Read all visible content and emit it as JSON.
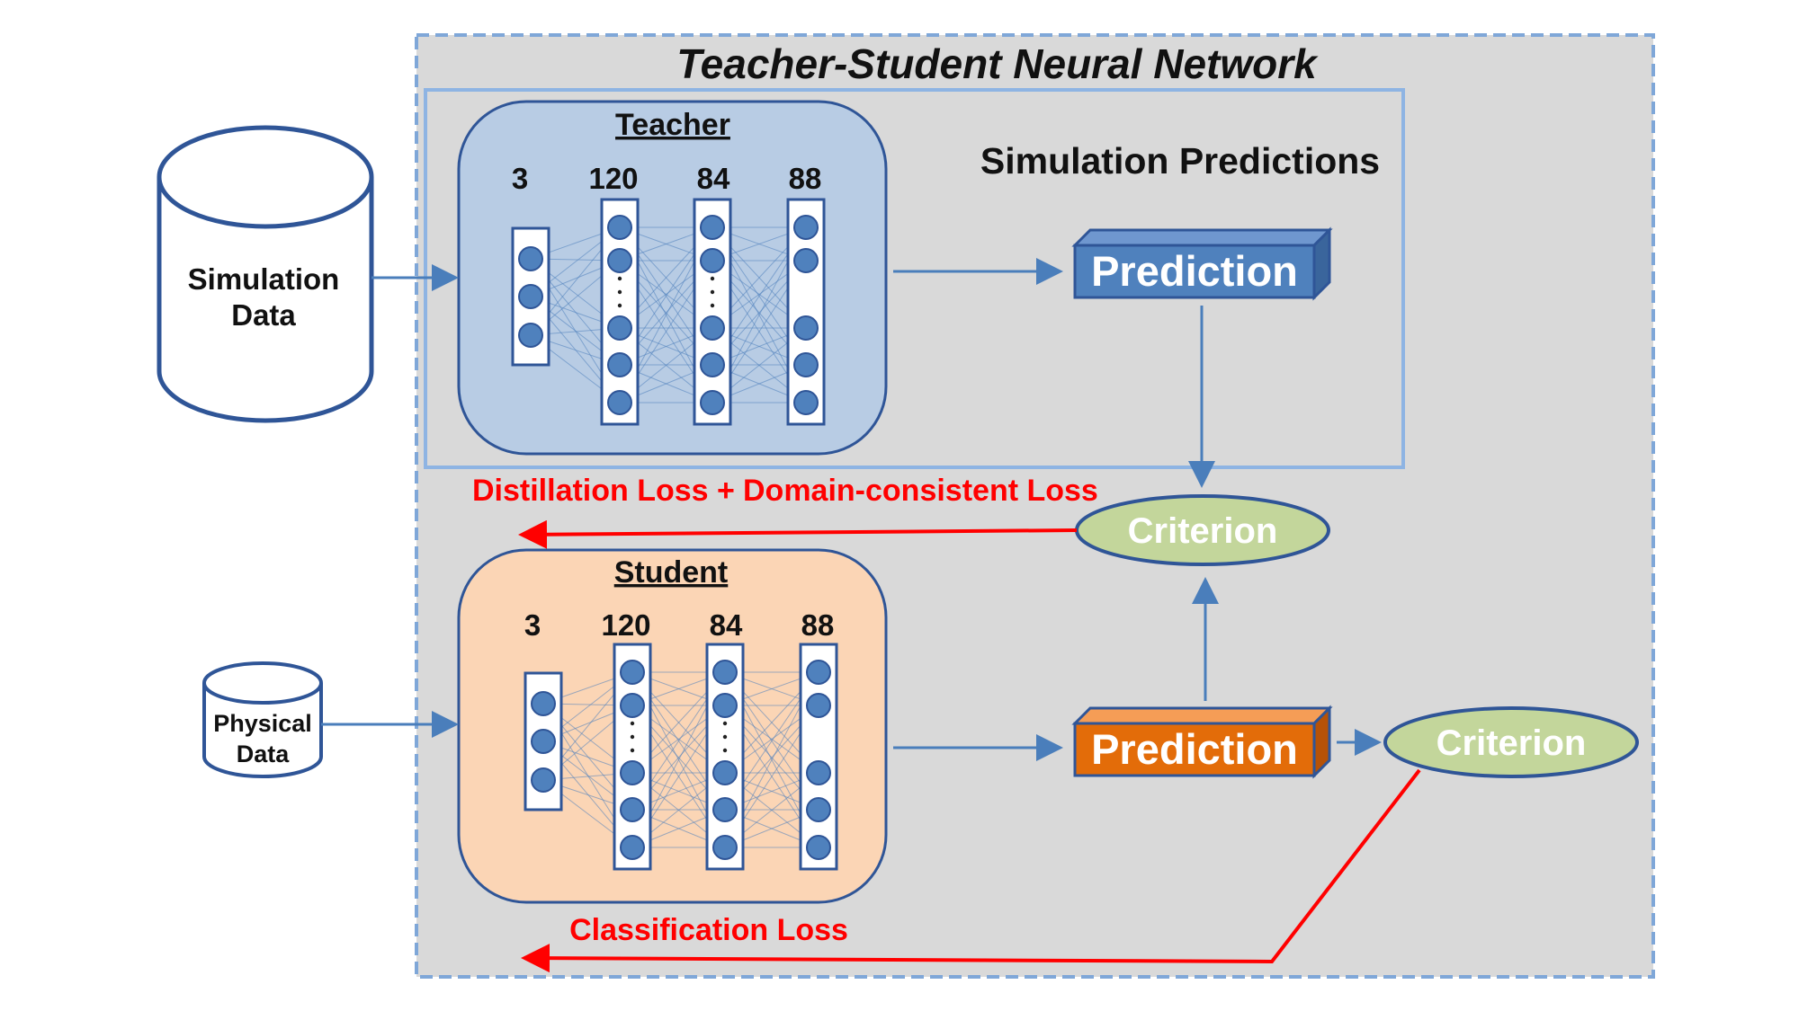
{
  "title": "Teacher-Student Neural Network",
  "simulation_predictions": "Simulation Predictions",
  "data_sources": {
    "simulation": [
      "Simulation",
      "Data"
    ],
    "physical": [
      "Physical",
      "Data"
    ]
  },
  "teacher": {
    "label": "Teacher",
    "layers": [
      "3",
      "120",
      "84",
      "88"
    ]
  },
  "student": {
    "label": "Student",
    "layers": [
      "3",
      "120",
      "84",
      "88"
    ]
  },
  "prediction_label": "Prediction",
  "criterion_label": "Criterion",
  "losses": {
    "distillation": "Distillation Loss +",
    "domain_consistent": "Domain-consistent Loss",
    "classification": "Classification Loss"
  },
  "colors": {
    "teacher_fill": "#b8cce4",
    "student_fill": "#fbd5b5",
    "teacher_prediction": "#4f81bd",
    "student_prediction": "#e36c09",
    "criterion": "#c3d69b",
    "loss_text": "#ff0000",
    "outer_background": "#d9d9d9"
  }
}
